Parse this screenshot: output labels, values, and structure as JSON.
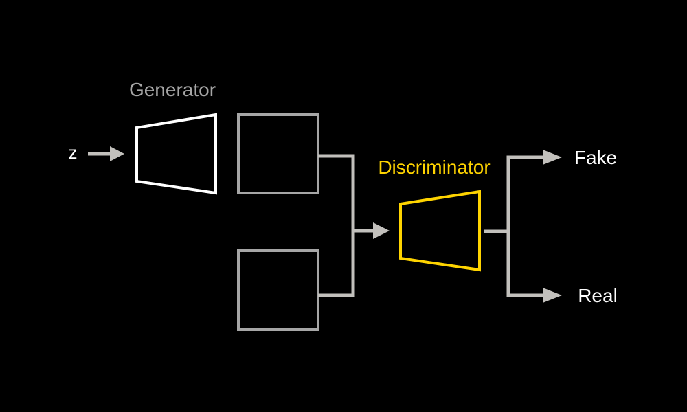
{
  "labels": {
    "generator": "Generator",
    "discriminator": "Discriminator",
    "input": "z",
    "output_top": "Fake",
    "output_bottom": "Real"
  },
  "colors": {
    "background": "#000000",
    "generator_label": "#a6a6a6",
    "generator_shape": "#ffffff",
    "discriminator": "#ffd400",
    "boxes": "#a6a6a6",
    "connectors": "#c2c0bc",
    "input_label": "#ffffff",
    "output_labels": "#ffffff"
  }
}
